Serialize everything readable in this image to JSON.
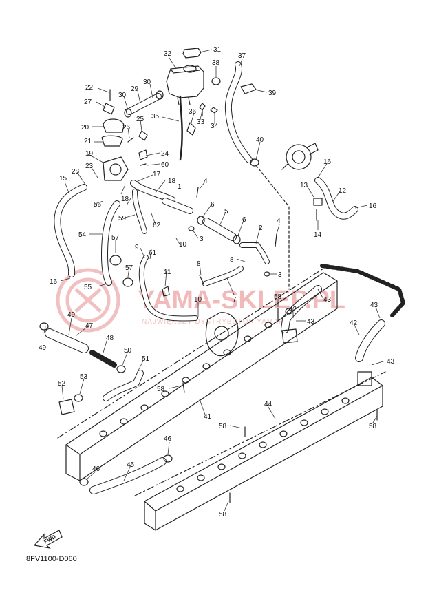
{
  "diagram_code": "8FV1100-D060",
  "fwd_label": "FWD",
  "watermark": {
    "main": "YAMA-SKLEP.PL",
    "sub": "NAJWIĘKSZY DYSTRYBUTOR YAMAHA"
  },
  "colors": {
    "line": "#222222",
    "label": "#111111",
    "watermark": "#e8a0a0"
  },
  "callouts": [
    {
      "id": "c32",
      "text": "32"
    },
    {
      "id": "c31",
      "text": "31"
    },
    {
      "id": "c37",
      "text": "37"
    },
    {
      "id": "c38",
      "text": "38"
    },
    {
      "id": "c22",
      "text": "22"
    },
    {
      "id": "c30a",
      "text": "30"
    },
    {
      "id": "c29",
      "text": "29"
    },
    {
      "id": "c30b",
      "text": "30"
    },
    {
      "id": "c39",
      "text": "39"
    },
    {
      "id": "c27",
      "text": "27"
    },
    {
      "id": "c35",
      "text": "35"
    },
    {
      "id": "c36",
      "text": "36"
    },
    {
      "id": "c33",
      "text": "33"
    },
    {
      "id": "c34",
      "text": "34"
    },
    {
      "id": "c25",
      "text": "25"
    },
    {
      "id": "c20",
      "text": "20"
    },
    {
      "id": "c26",
      "text": "26"
    },
    {
      "id": "c21",
      "text": "21"
    },
    {
      "id": "c40",
      "text": "40"
    },
    {
      "id": "c24",
      "text": "24"
    },
    {
      "id": "c19",
      "text": "19"
    },
    {
      "id": "c60",
      "text": "60"
    },
    {
      "id": "c16a",
      "text": "16"
    },
    {
      "id": "c23",
      "text": "23"
    },
    {
      "id": "c28",
      "text": "28"
    },
    {
      "id": "c17",
      "text": "17"
    },
    {
      "id": "c15",
      "text": "15"
    },
    {
      "id": "c4a",
      "text": "4"
    },
    {
      "id": "c13",
      "text": "13"
    },
    {
      "id": "c12",
      "text": "12"
    },
    {
      "id": "c18a",
      "text": "18"
    },
    {
      "id": "c1",
      "text": "1"
    },
    {
      "id": "c56",
      "text": "56"
    },
    {
      "id": "c18b",
      "text": "18"
    },
    {
      "id": "c16b",
      "text": "16"
    },
    {
      "id": "c6a",
      "text": "6"
    },
    {
      "id": "c14",
      "text": "14"
    },
    {
      "id": "c59",
      "text": "59"
    },
    {
      "id": "c62",
      "text": "62"
    },
    {
      "id": "c5",
      "text": "5"
    },
    {
      "id": "c6b",
      "text": "6"
    },
    {
      "id": "c4b",
      "text": "4"
    },
    {
      "id": "c54",
      "text": "54"
    },
    {
      "id": "c3a",
      "text": "3"
    },
    {
      "id": "c2",
      "text": "2"
    },
    {
      "id": "c57a",
      "text": "57"
    },
    {
      "id": "c10a",
      "text": "10"
    },
    {
      "id": "c9",
      "text": "9"
    },
    {
      "id": "c61",
      "text": "61"
    },
    {
      "id": "c8a",
      "text": "8"
    },
    {
      "id": "c16c",
      "text": "16"
    },
    {
      "id": "c8b",
      "text": "8"
    },
    {
      "id": "c3b",
      "text": "3"
    },
    {
      "id": "c57b",
      "text": "57"
    },
    {
      "id": "c55",
      "text": "55"
    },
    {
      "id": "c11",
      "text": "11"
    },
    {
      "id": "c7",
      "text": "7"
    },
    {
      "id": "c58a",
      "text": "58"
    },
    {
      "id": "c43a",
      "text": "43"
    },
    {
      "id": "c10b",
      "text": "10"
    },
    {
      "id": "c42a",
      "text": "42"
    },
    {
      "id": "c43b",
      "text": "43"
    },
    {
      "id": "c49a",
      "text": "49"
    },
    {
      "id": "c47",
      "text": "47"
    },
    {
      "id": "c43c",
      "text": "43"
    },
    {
      "id": "c42b",
      "text": "42"
    },
    {
      "id": "c49b",
      "text": "49"
    },
    {
      "id": "c48",
      "text": "48"
    },
    {
      "id": "c50",
      "text": "50"
    },
    {
      "id": "c43d",
      "text": "43"
    },
    {
      "id": "c51",
      "text": "51"
    },
    {
      "id": "c53",
      "text": "53"
    },
    {
      "id": "c52",
      "text": "52"
    },
    {
      "id": "c58b",
      "text": "58"
    },
    {
      "id": "c44",
      "text": "44"
    },
    {
      "id": "c41",
      "text": "41"
    },
    {
      "id": "c58c",
      "text": "58"
    },
    {
      "id": "c58d",
      "text": "58"
    },
    {
      "id": "c46a",
      "text": "46"
    },
    {
      "id": "c45",
      "text": "45"
    },
    {
      "id": "c46b",
      "text": "46"
    },
    {
      "id": "c58e",
      "text": "58"
    }
  ]
}
